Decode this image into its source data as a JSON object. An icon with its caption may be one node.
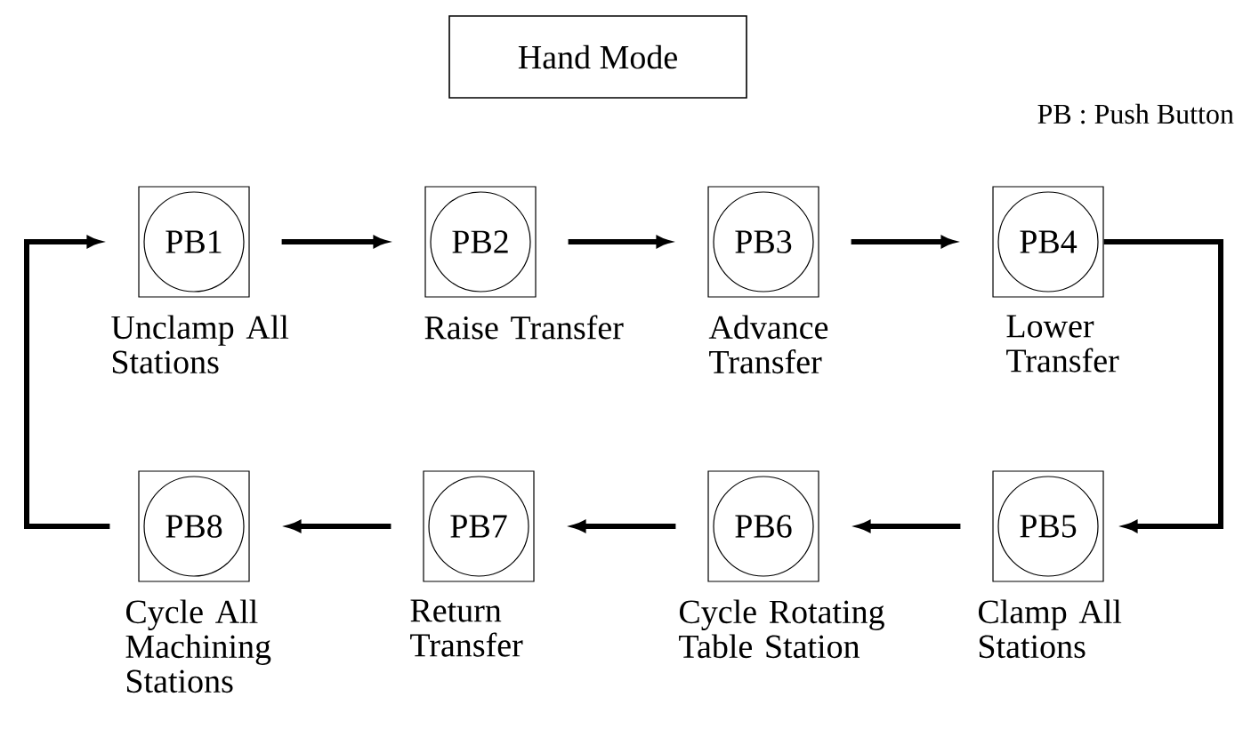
{
  "diagram": {
    "title": "Hand Mode",
    "nodes": [
      {
        "text": [
          "PB1"
        ],
        "beside": [
          "Unclamp All Stations"
        ]
      },
      {
        "text": [
          "PB2"
        ],
        "beside": [
          "Raise Transfer"
        ]
      },
      {
        "text": [
          "PB3"
        ],
        "beside": [
          "Advance Transfer"
        ]
      },
      {
        "text": [
          "PB4"
        ],
        "beside": [
          "Lower Transfer"
        ]
      },
      {
        "text": [
          "PB5"
        ],
        "beside": [
          "Clamp All Stations"
        ]
      },
      {
        "text": [
          "PB6"
        ],
        "beside": [
          "Cycle Rotating Table Station"
        ]
      },
      {
        "text": [
          "PB7"
        ],
        "beside": [
          "Return Transfer"
        ]
      },
      {
        "text": [
          "PB8"
        ],
        "beside": [
          "Cycle All Machining Stations"
        ]
      }
    ],
    "edges": [
      {
        "from": 0,
        "to": 1,
        "arrow": "to"
      },
      {
        "from": 1,
        "to": 2,
        "arrow": "to"
      },
      {
        "from": 2,
        "to": 3,
        "arrow": "to"
      },
      {
        "from": 3,
        "to": 4,
        "arrow": "to"
      },
      {
        "from": 4,
        "to": 5,
        "arrow": "to"
      },
      {
        "from": 5,
        "to": 6,
        "arrow": "to"
      },
      {
        "from": 6,
        "to": 7,
        "arrow": "to"
      },
      {
        "from": 7,
        "to": 0,
        "arrow": "to"
      }
    ],
    "labels": [
      "PB : Push Button"
    ]
  }
}
